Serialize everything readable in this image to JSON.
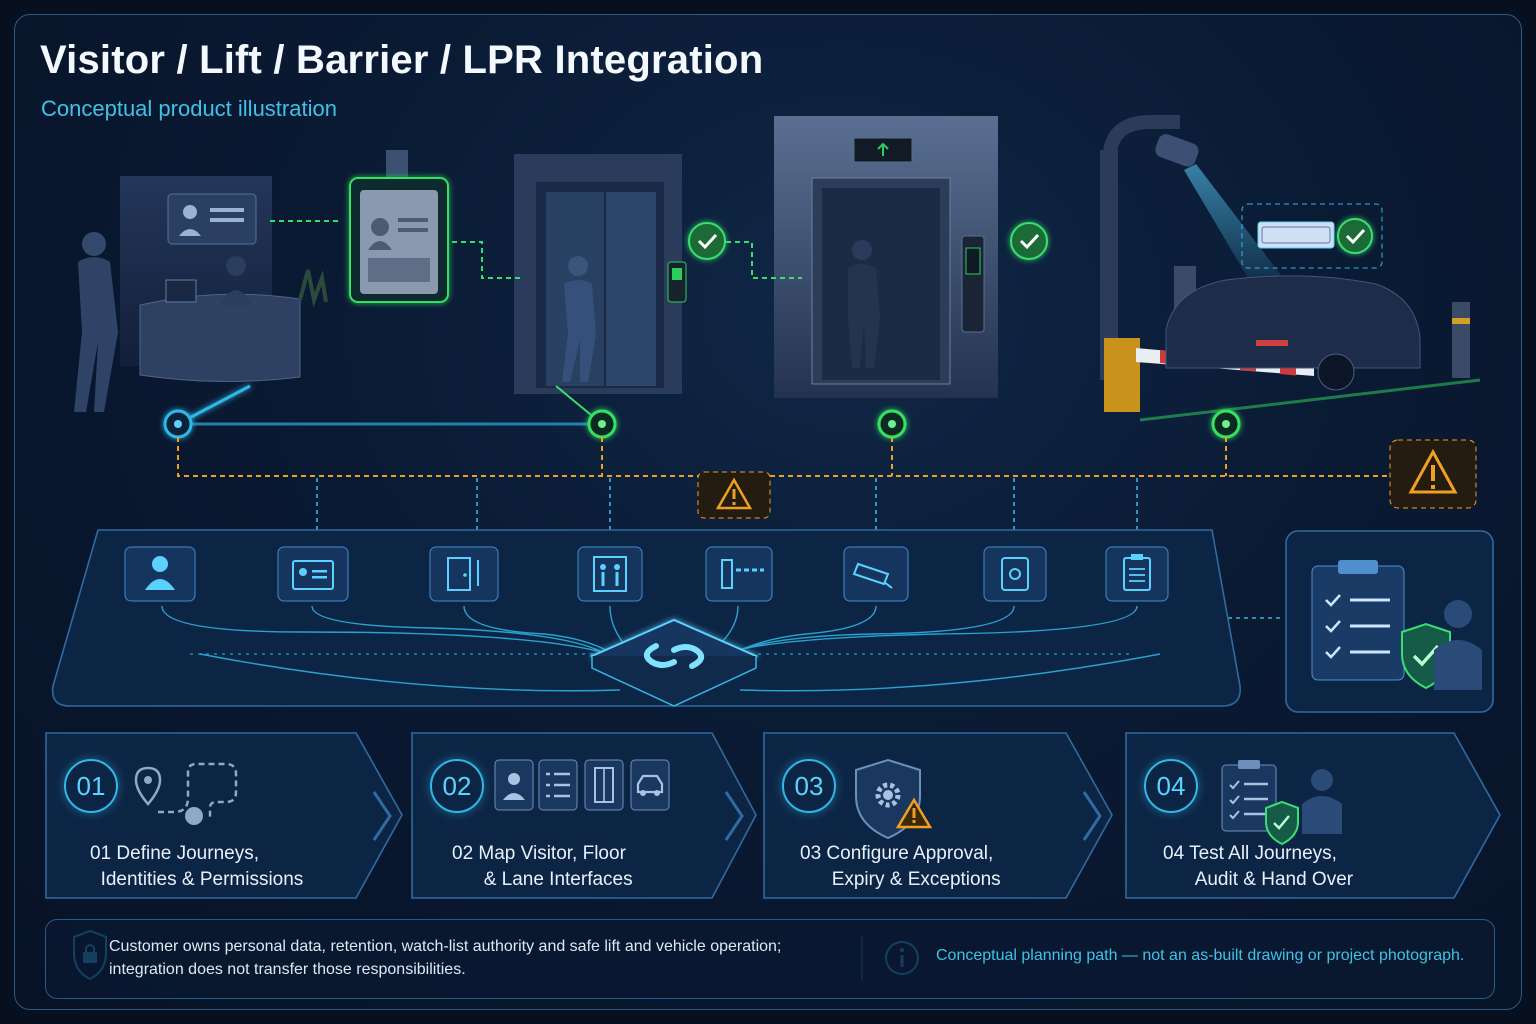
{
  "header": {
    "title": "Visitor / Lift / Barrier / LPR Integration",
    "subtitle": "Conceptual product illustration"
  },
  "colors": {
    "accent_cyan": "#2fb8e8",
    "approved_green": "#2ecc5c",
    "warning_amber": "#f0a020",
    "background": "#0a1a33"
  },
  "scene": {
    "stations": [
      {
        "name": "reception-desk",
        "icon": "id-card-icon"
      },
      {
        "name": "visitor-badge",
        "icon": "badge-icon",
        "status": "approved"
      },
      {
        "name": "entry-door",
        "icon": "door-icon",
        "status": "approved"
      },
      {
        "name": "lift",
        "icon": "lift-icon",
        "status": "approved"
      },
      {
        "name": "vehicle-barrier-lpr",
        "icon": "license-plate-icon",
        "status": "approved"
      }
    ],
    "exceptions": [
      "warning-icon",
      "warning-icon"
    ]
  },
  "hub": {
    "icons": [
      "person-icon",
      "id-card-icon",
      "door-icon",
      "lift-icon",
      "barrier-icon",
      "camera-icon",
      "reader-icon",
      "clipboard-icon"
    ],
    "center_icon": "link-icon",
    "handover_icons": [
      "checklist-icon",
      "shield-check-icon",
      "person-icon"
    ]
  },
  "steps": [
    {
      "number": "01",
      "line1": "01  Define Journeys,",
      "line2": "Identities & Permissions",
      "icons": [
        "map-pin-icon",
        "route-icon"
      ]
    },
    {
      "number": "02",
      "line1": "02  Map Visitor, Floor",
      "line2": "& Lane Interfaces",
      "icons": [
        "person-icon",
        "list-icon",
        "door-icon",
        "car-icon"
      ]
    },
    {
      "number": "03",
      "line1": "03  Configure Approval,",
      "line2": "Expiry & Exceptions",
      "icons": [
        "gear-shield-icon",
        "warning-icon"
      ]
    },
    {
      "number": "04",
      "line1": "04  Test All Journeys,",
      "line2": "Audit & Hand Over",
      "icons": [
        "checklist-icon",
        "shield-check-icon",
        "person-icon"
      ]
    }
  ],
  "footer": {
    "left_line1": "Customer owns personal data, retention, watch-list authority and safe lift and vehicle operation;",
    "left_line2": "integration does not transfer those responsibilities.",
    "right": "Conceptual planning path — not an as-built drawing or project photograph.",
    "left_icon": "lock-shield-icon",
    "right_icon": "info-icon"
  }
}
